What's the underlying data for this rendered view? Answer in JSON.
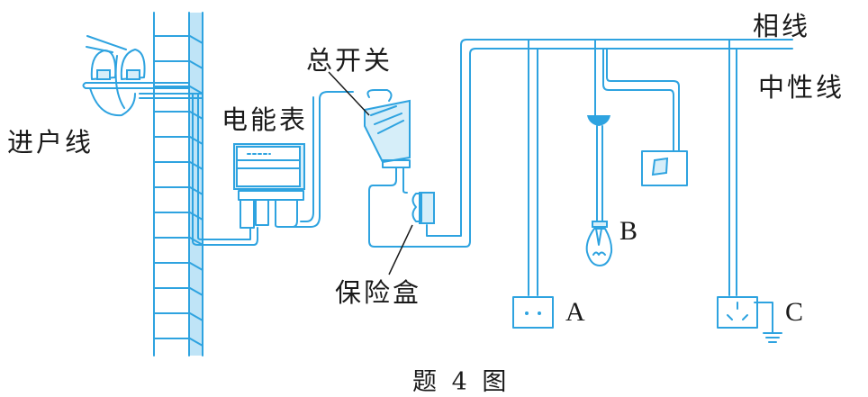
{
  "diagram": {
    "labels": {
      "incoming_line": "进户线",
      "energy_meter": "电能表",
      "main_switch": "总开关",
      "fuse_box": "保险盒",
      "phase_line": "相线",
      "neutral_line": "中性线",
      "socket_a": "A",
      "lamp_b": "B",
      "socket_c": "C"
    },
    "caption": "题 4 图",
    "colors": {
      "wire": "#2ea3e0",
      "fill": "#d6eef9",
      "text": "#1a1a1a"
    }
  }
}
